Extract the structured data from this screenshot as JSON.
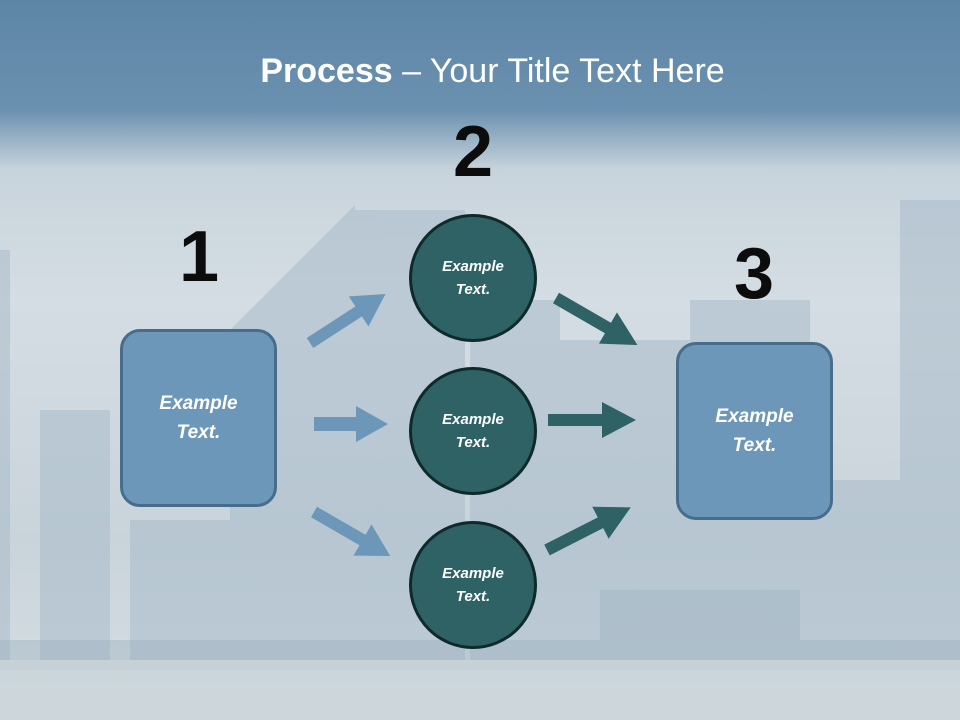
{
  "title": {
    "bold": "Process",
    "rest": " – Your Title Text Here"
  },
  "steps": {
    "one": "1",
    "two": "2",
    "three": "3"
  },
  "left_box": {
    "line1": "Example",
    "line2": "Text."
  },
  "right_box": {
    "line1": "Example",
    "line2": "Text."
  },
  "circles": [
    {
      "line1": "Example",
      "line2": "Text."
    },
    {
      "line1": "Example",
      "line2": "Text."
    },
    {
      "line1": "Example",
      "line2": "Text."
    }
  ],
  "colors": {
    "box_fill": "#6d97b8",
    "circle_fill": "#2e6264",
    "blue_arrow": "#6d97b8",
    "teal_arrow": "#2e6264"
  }
}
